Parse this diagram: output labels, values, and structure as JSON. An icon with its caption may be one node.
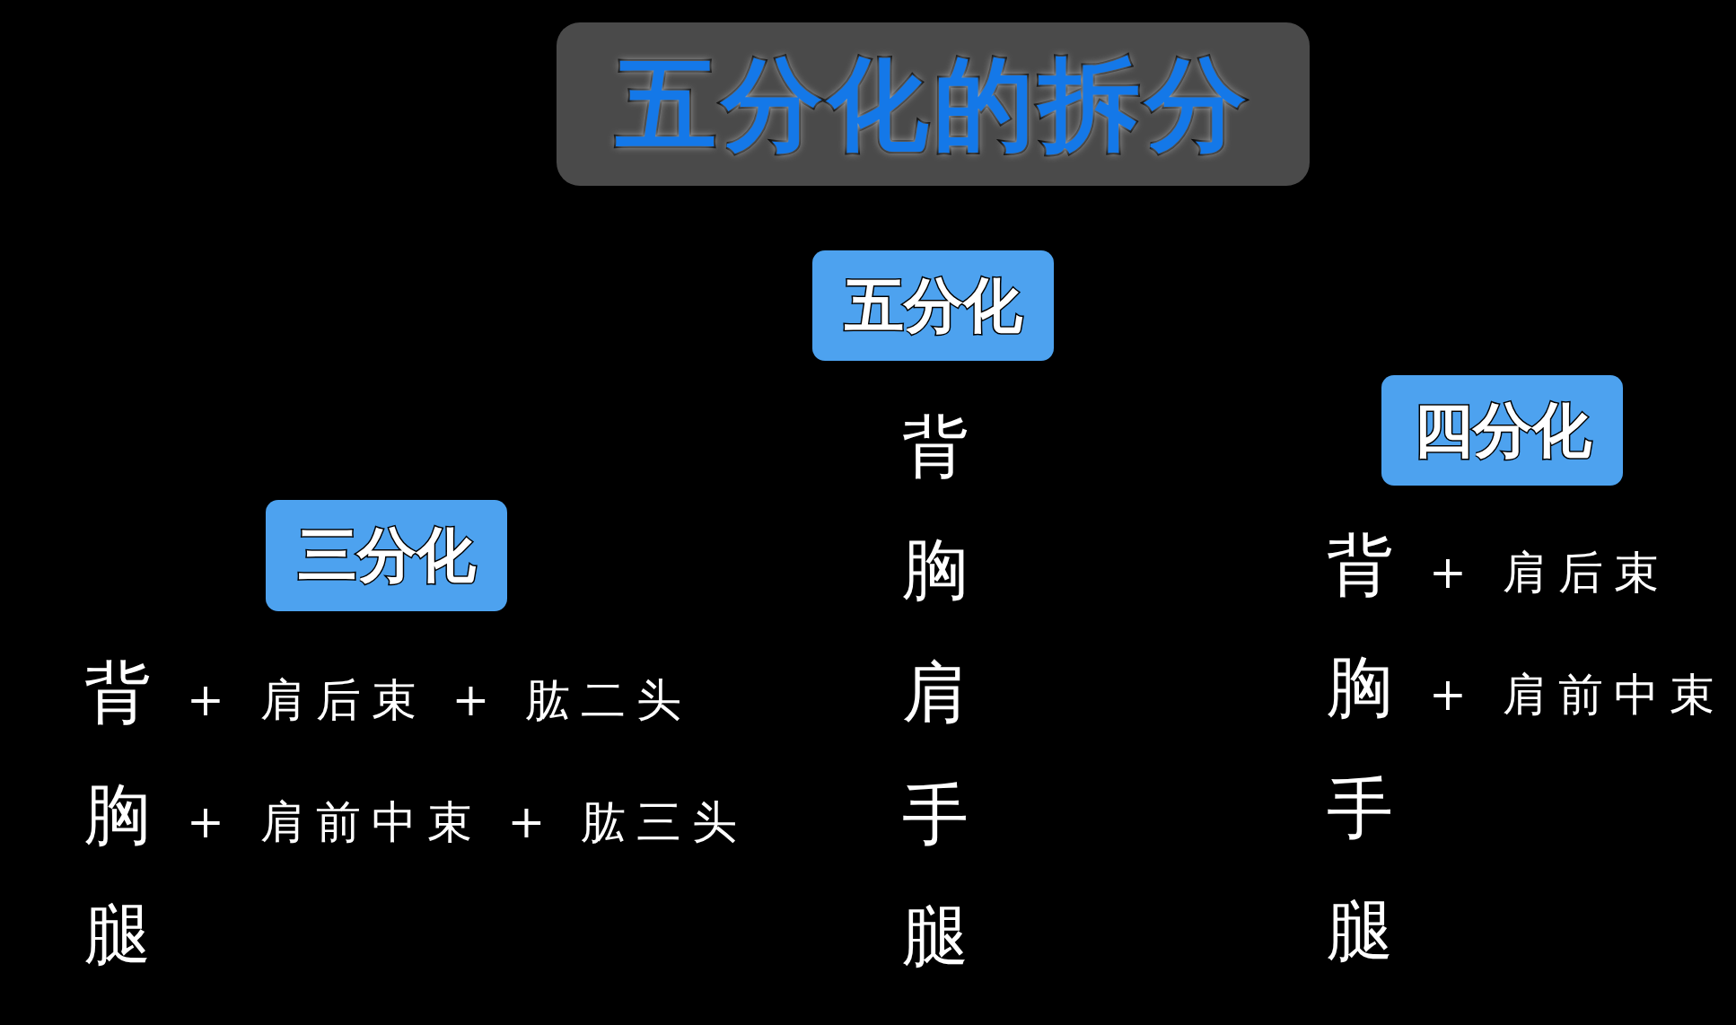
{
  "diagram": {
    "title": "五分化的拆分",
    "nodes": [
      {
        "text": [
          "五分化"
        ]
      },
      {
        "text": [
          "三分化"
        ]
      },
      {
        "text": [
          "四分化"
        ]
      }
    ],
    "labels": [
      "背",
      "胸",
      "肩",
      "手",
      "腿",
      "背 + 肩后束 + 肱二头",
      "胸 + 肩前中束 + 肱三头",
      "腿",
      "背 + 肩后束",
      "胸 + 肩前中束",
      "手",
      "腿"
    ]
  }
}
